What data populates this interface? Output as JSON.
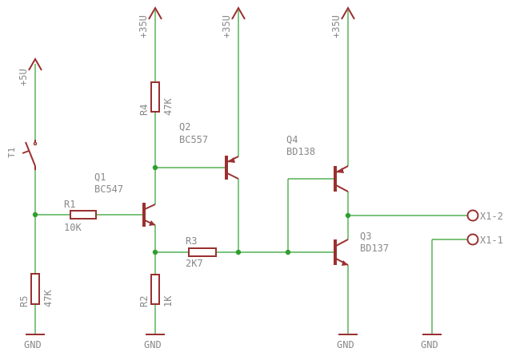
{
  "supplies": {
    "plus35v_1": "+35U",
    "plus35v_2": "+35U",
    "plus35v_3": "+35U",
    "plus5v": "+5U"
  },
  "grounds": {
    "gnd_1": "GND",
    "gnd_2": "GND",
    "gnd_3": "GND",
    "gnd_4": "GND"
  },
  "components": {
    "t1": {
      "name": "T1"
    },
    "r1": {
      "name": "R1",
      "value": "10K"
    },
    "r2": {
      "name": "R2",
      "value": "1K"
    },
    "r3": {
      "name": "R3",
      "value": "2K7"
    },
    "r4": {
      "name": "R4",
      "value": "47K"
    },
    "r5": {
      "name": "R5",
      "value": "47K"
    },
    "q1": {
      "name": "Q1",
      "value": "BC547"
    },
    "q2": {
      "name": "Q2",
      "value": "BC557"
    },
    "q3": {
      "name": "Q3",
      "value": "BD137"
    },
    "q4": {
      "name": "Q4",
      "value": "BD138"
    }
  },
  "connectors": {
    "x1_2": "X1-2",
    "x1_1": "X1-1"
  }
}
